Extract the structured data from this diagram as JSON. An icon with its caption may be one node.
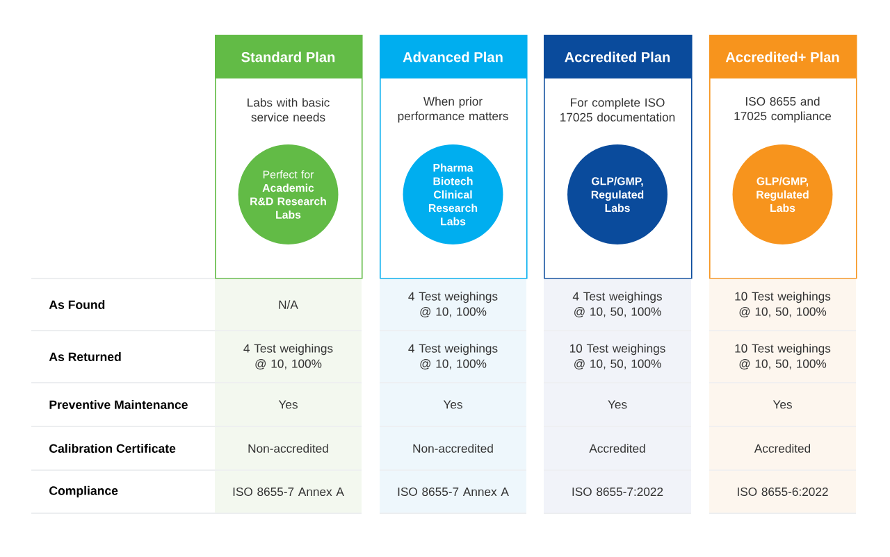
{
  "diagram": {
    "nodes": [
      {
        "text": [
          "Standard Plan",
          "Labs with basic service needs"
        ]
      },
      {
        "text": [
          "Perfect for **Academic R&D Research Labs**"
        ],
        "in": 0
      },
      {
        "text": [
          "Advanced Plan",
          "When prior performance matters"
        ]
      },
      {
        "text": [
          "Pharma Biotech Clinical Research Labs"
        ],
        "in": 2
      },
      {
        "text": [
          "Accredited Plan",
          "For complete ISO 17025 documentation"
        ]
      },
      {
        "text": [
          "GLP/GMP, Regulated Labs"
        ],
        "in": 4
      },
      {
        "text": [
          "Accredited+ Plan",
          "ISO 8655 and 17025 compliance"
        ]
      },
      {
        "text": [
          "GLP/GMP, Regulated Labs"
        ],
        "in": 6
      }
    ],
    "labels": [
      "As Found",
      "N/A",
      "4 Test weighings @ 10, 100%",
      "4 Test weighings @ 10, 50, 100%",
      "10 Test weighings @ 10, 50, 100%",
      "As Returned",
      "4 Test weighings @ 10, 100%",
      "4 Test weighings @ 10, 100%",
      "10 Test weighings @ 10, 50, 100%",
      "10 Test weighings @ 10, 50, 100%",
      "Preventive Maintenance",
      "Yes",
      "Yes",
      "Yes",
      "Yes",
      "Calibration Certificate",
      "Non-accredited",
      "Non-accredited",
      "Accredited",
      "Accredited",
      "Compliance",
      "ISO 8655-7 Annex A",
      "ISO 8655-7 Annex A",
      "ISO 8655-7:2022",
      "ISO 8655-6:2022"
    ]
  }
}
